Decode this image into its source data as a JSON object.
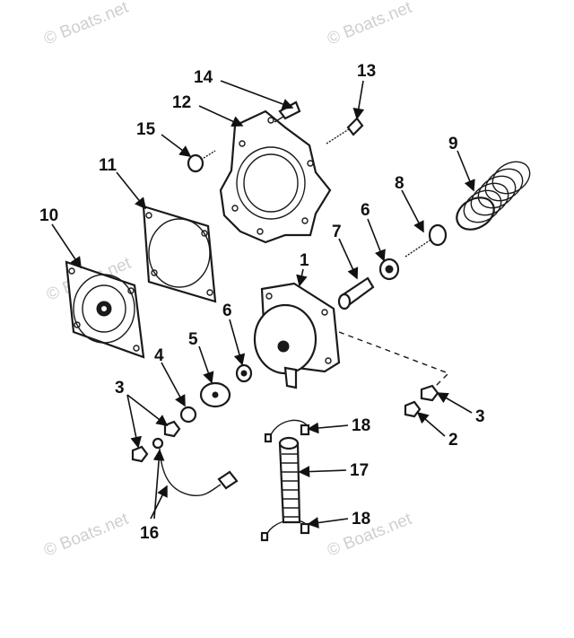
{
  "watermark": "© Boats.net",
  "labels": {
    "p1": "1",
    "p2": "2",
    "p3a": "3",
    "p3b": "3",
    "p4": "4",
    "p5": "5",
    "p6a": "6",
    "p6b": "6",
    "p7": "7",
    "p8": "8",
    "p9": "9",
    "p10": "10",
    "p11": "11",
    "p12": "12",
    "p13": "13",
    "p14": "14",
    "p15": "15",
    "p16": "16",
    "p17": "17",
    "p18a": "18",
    "p18b": "18"
  }
}
